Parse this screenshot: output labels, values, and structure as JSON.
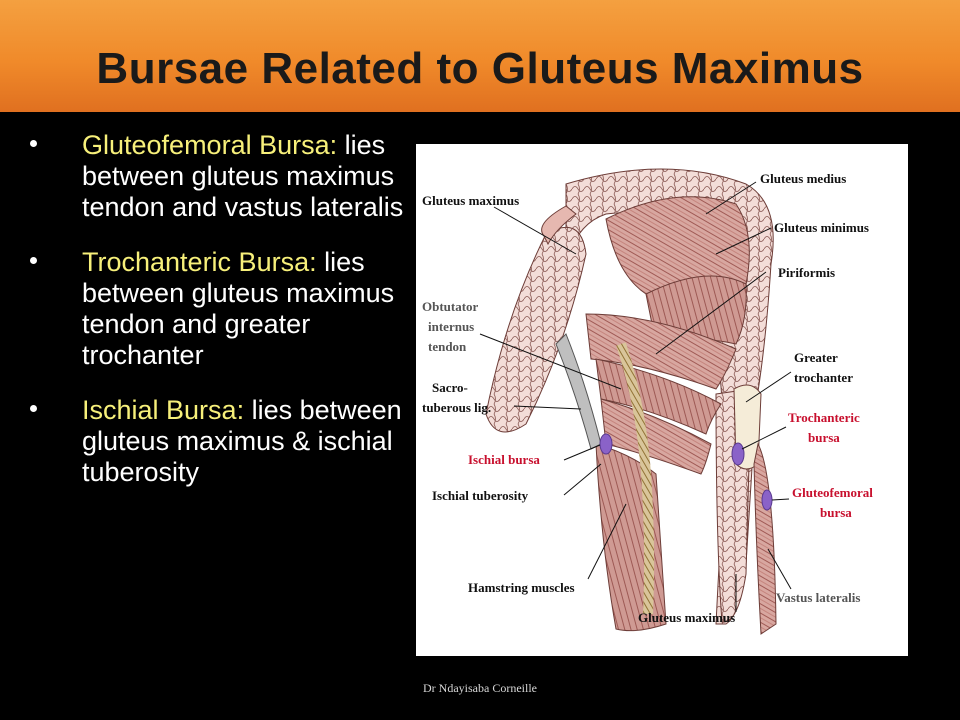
{
  "slide": {
    "title": "Bursae Related to Gluteus Maximus",
    "footer": "Dr Ndayisaba Corneille"
  },
  "bullets": [
    {
      "term": "Gluteofemoral Bursa:",
      "text": " lies between gluteus maximus tendon and vastus lateralis"
    },
    {
      "term": "Trochanteric Bursa:",
      "text": " lies between gluteus maximus tendon and greater trochanter"
    },
    {
      "term": "Ischial Bursa:",
      "text": " lies between gluteus maximus & ischial tuberosity"
    }
  ],
  "figure": {
    "labels": {
      "gluteus_maximus_top": "Gluteus maximus",
      "gluteus_medius": "Gluteus medius",
      "gluteus_minimus": "Gluteus minimus",
      "piriformis": "Piriformis",
      "obturator_1": "Obtutator",
      "obturator_2": "internus",
      "obturator_3": "tendon",
      "greater_troch_1": "Greater",
      "greater_troch_2": "trochanter",
      "sacro_1": "Sacro-",
      "sacro_2": "tuberous lig.",
      "trochanteric_1": "Trochanteric",
      "trochanteric_2": "bursa",
      "ischial_bursa": "Ischial bursa",
      "ischial_tuberosity": "Ischial tuberosity",
      "gluteofemoral_1": "Gluteofemoral",
      "gluteofemoral_2": "bursa",
      "hamstring": "Hamstring muscles",
      "vastus": "Vastus lateralis",
      "gluteus_maximus_bottom": "Gluteus maximus"
    },
    "colors": {
      "muscle": "#d8a7a0",
      "muscle_dark": "#b06a64",
      "bursa": "#8a62c8",
      "label_red": "#c8102e"
    }
  }
}
